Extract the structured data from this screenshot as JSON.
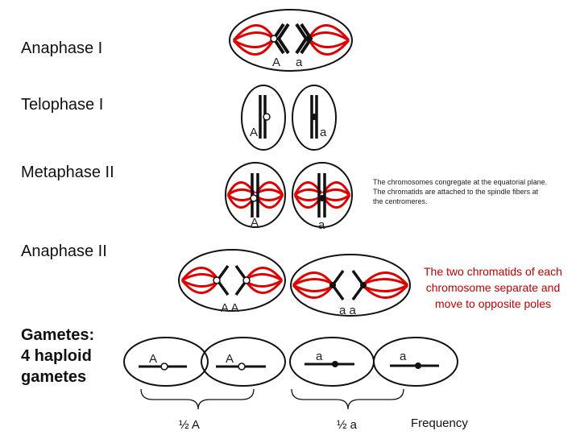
{
  "stages": {
    "anaphase1": "Anaphase I",
    "telophase1": "Telophase I",
    "metaphase2": "Metaphase II",
    "anaphase2": "Anaphase II"
  },
  "gametes_label": {
    "line1": "Gametes:",
    "line2": "4 haploid",
    "line3": "gametes"
  },
  "notes": {
    "metaphase2": {
      "line1": "The chromosomes congregate at the equatorial plane.",
      "line2": "The chromatids are attached to the spindle fibers at",
      "line3": "the centromeres."
    },
    "anaphase2": {
      "line1": "The two chromatids of each",
      "line2": "chromosome separate and",
      "line3": "move to opposite poles"
    }
  },
  "alleles": {
    "ana1_left": "A",
    "ana1_right": "a",
    "telo_left": "A",
    "telo_right": "a",
    "meta2_left": "A",
    "meta2_right": "a",
    "ana2_left": "A A",
    "ana2_right": "a a",
    "gamete1": "A",
    "gamete2": "A",
    "gamete3": "a",
    "gamete4": "a"
  },
  "frequencies": {
    "dominant": "½ A",
    "recessive": "½ a",
    "label": "Frequency"
  },
  "colors": {
    "spindle": "#e00000",
    "outline": "#111111",
    "chromosome": "#111111",
    "note_red": "#c00000"
  }
}
